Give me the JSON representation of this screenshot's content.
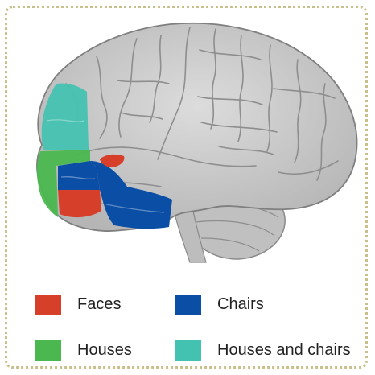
{
  "legend": {
    "items": [
      {
        "label": "Faces",
        "color": "#d6402b"
      },
      {
        "label": "Chairs",
        "color": "#0b4ea5"
      },
      {
        "label": "Houses",
        "color": "#4ab84f"
      },
      {
        "label": "Houses and chairs",
        "color": "#44c2b1"
      }
    ]
  },
  "colors": {
    "frame_border": "#c9bf8a",
    "brain_fill": "#cfcfcf",
    "sulci": "#8e8e8e"
  }
}
